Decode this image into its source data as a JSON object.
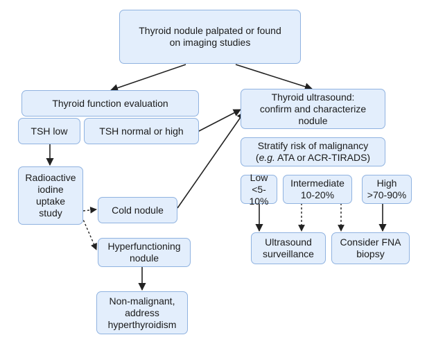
{
  "nodes": {
    "start": [
      "Thyroid nodule palpated or found",
      "on imaging studies"
    ],
    "function_eval": "Thyroid function evaluation",
    "tsh_low": "TSH low",
    "tsh_normal_high": "TSH normal or high",
    "ultrasound": [
      "Thyroid ultrasound:",
      "confirm and characterize",
      "nodule"
    ],
    "stratify": {
      "line1": "Stratify risk of malignancy",
      "line2_prefix": "(",
      "line2_italic": "e.g.",
      "line2_suffix": " ATA or ACR-TIRADS)"
    },
    "radioactive": [
      "Radioactive",
      "iodine",
      "uptake",
      "study"
    ],
    "cold": "Cold nodule",
    "hyperfunctioning": [
      "Hyperfunctioning",
      "nodule"
    ],
    "non_malignant": [
      "Non-malignant,",
      "address",
      "hyperthyroidism"
    ],
    "low": [
      "Low",
      "<5-10%"
    ],
    "intermediate": [
      "Intermediate",
      "10-20%"
    ],
    "high": [
      "High",
      ">70-90%"
    ],
    "surveillance": [
      "Ultrasound",
      "surveillance"
    ],
    "fna": [
      "Consider FNA",
      "biopsy"
    ]
  },
  "colors": {
    "node_fill": "#e3eefc",
    "node_border": "#8fb2e0",
    "arrow": "#222222"
  }
}
